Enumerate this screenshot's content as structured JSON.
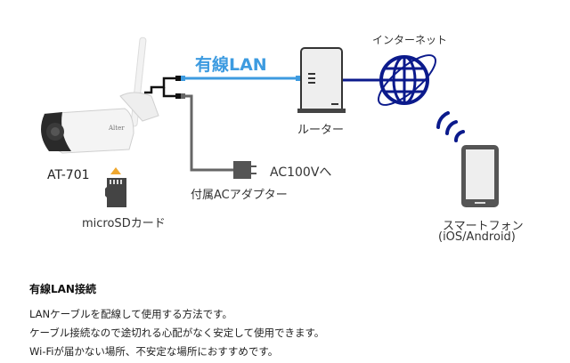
{
  "diagram": {
    "lan_label": "有線LAN",
    "camera": {
      "brand": "Alter",
      "model": "AT-701"
    },
    "sd_card_label": "microSDカード",
    "ac_text": "AC100Vへ",
    "adapter_label": "付属ACアダプター",
    "router_label": "ルーター",
    "internet_label": "インターネット",
    "smartphone_label": "スマートフォン",
    "smartphone_os": "(iOS/Android)",
    "colors": {
      "lan_cable": "#3d9be0",
      "internet_line": "#0b1a8c",
      "power_cable": "#666666",
      "sd_arrow": "#f0a830",
      "device_gray": "#555555"
    }
  },
  "description": {
    "title": "有線LAN接続",
    "lines": [
      "LANケーブルを配線して使用する方法です。",
      "ケーブル接続なので途切れる心配がなく安定して使用できます。",
      "Wi-Fiが届かない場所、不安定な場所におすすめです。"
    ]
  }
}
